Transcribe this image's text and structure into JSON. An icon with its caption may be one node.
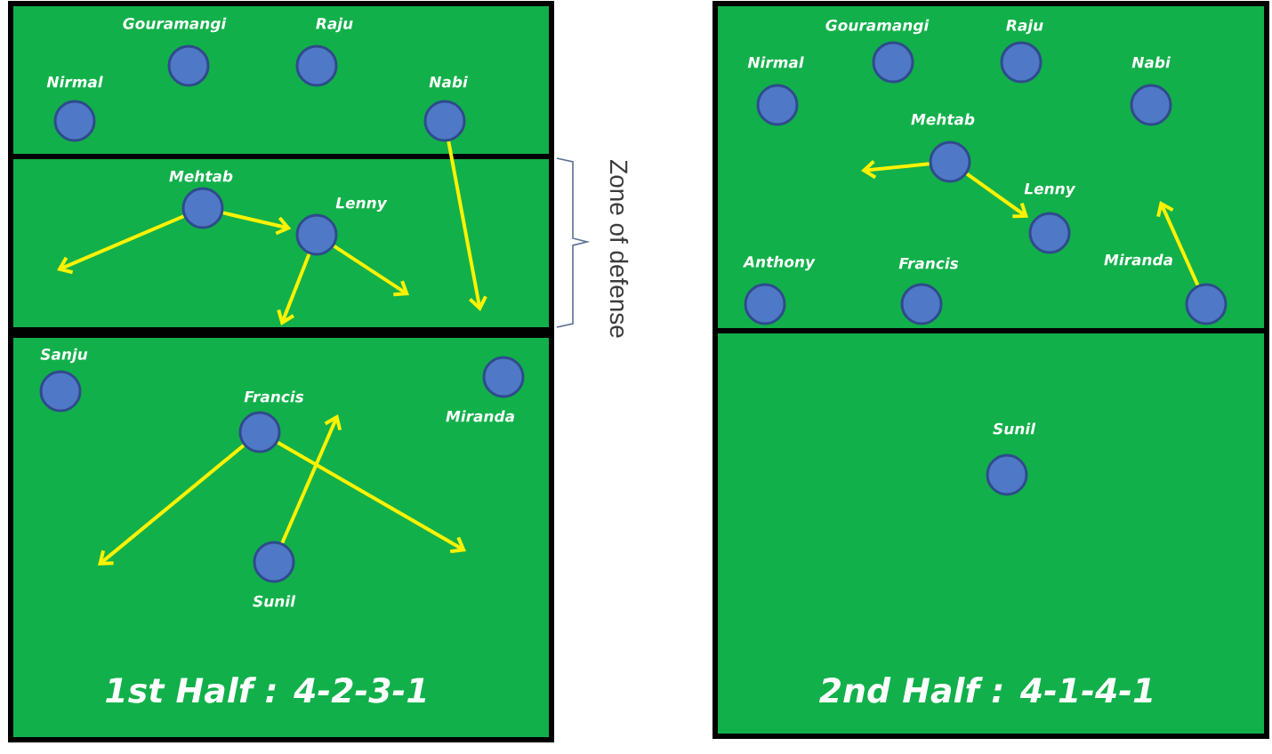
{
  "diagram": {
    "nodes": [
      {
        "text": [
          "1st Half : 4-2-3-1"
        ]
      },
      {
        "text": [
          "Gouramangi"
        ],
        "in": 0
      },
      {
        "text": [
          "Raju"
        ],
        "in": 0
      },
      {
        "text": [
          "Nirmal"
        ],
        "in": 0
      },
      {
        "text": [
          "Nabi"
        ],
        "in": 0
      },
      {
        "text": [
          "Mehtab"
        ],
        "in": 0
      },
      {
        "text": [
          "Lenny"
        ],
        "in": 0
      },
      {
        "text": [
          "Sanju"
        ],
        "in": 0
      },
      {
        "text": [
          "Miranda"
        ],
        "in": 0
      },
      {
        "text": [
          "Francis"
        ],
        "in": 0
      },
      {
        "text": [
          "Sunil"
        ],
        "in": 0
      },
      {
        "text": [
          "2nd Half : 4-1-4-1"
        ]
      },
      {
        "text": [
          "Gouramangi"
        ],
        "in": 11
      },
      {
        "text": [
          "Raju"
        ],
        "in": 11
      },
      {
        "text": [
          "Nirmal"
        ],
        "in": 11
      },
      {
        "text": [
          "Nabi"
        ],
        "in": 11
      },
      {
        "text": [
          "Mehtab"
        ],
        "in": 11
      },
      {
        "text": [
          "Lenny"
        ],
        "in": 11
      },
      {
        "text": [
          "Anthony"
        ],
        "in": 11
      },
      {
        "text": [
          "Francis"
        ],
        "in": 11
      },
      {
        "text": [
          "Miranda"
        ],
        "in": 11
      },
      {
        "text": [
          "Sunil"
        ],
        "in": 11
      }
    ],
    "edges": [
      {
        "from": 5,
        "to": 6,
        "arrow": "to"
      },
      {
        "from": 5,
        "to": null,
        "arrow": "to"
      },
      {
        "from": 6,
        "to": null,
        "arrow": "to"
      },
      {
        "from": 6,
        "to": null,
        "arrow": "to"
      },
      {
        "from": 4,
        "to": null,
        "arrow": "to"
      },
      {
        "from": 9,
        "to": null,
        "arrow": "to"
      },
      {
        "from": 9,
        "to": null,
        "arrow": "to"
      },
      {
        "from": 10,
        "to": null,
        "arrow": "to"
      },
      {
        "from": 16,
        "to": null,
        "arrow": "to"
      },
      {
        "from": 16,
        "to": 17,
        "arrow": "to"
      },
      {
        "from": 20,
        "to": null,
        "arrow": "to"
      }
    ],
    "labels": [
      "Zone of defense"
    ]
  }
}
